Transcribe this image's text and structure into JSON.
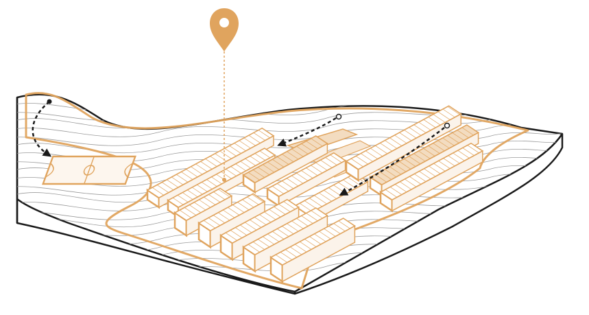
{
  "colors": {
    "accent": "#e0a45e",
    "accent_light": "#f3dcc0",
    "outline": "#1a1a1a",
    "contour": "#9a9a9a",
    "background": "#ffffff"
  },
  "icons": {
    "location_pin": "map-pin-icon",
    "circulation_arrows": "dashed-arrow-icon"
  },
  "diagram": {
    "kind": "axonometric-site-plan",
    "elements": [
      "terrain-block",
      "contour-lines",
      "site-boundary",
      "sports-court",
      "building-cluster",
      "location-pin",
      "circulation-paths"
    ]
  }
}
